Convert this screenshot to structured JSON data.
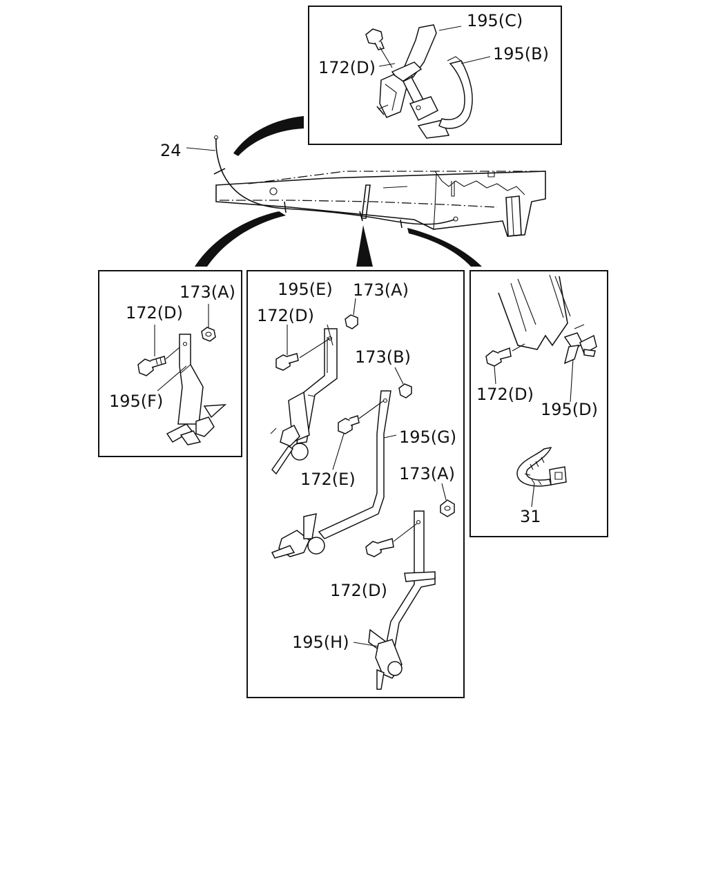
{
  "labels": {
    "main_cable": "24",
    "top_bolt": "172(D)",
    "top_bracket_c": "195(C)",
    "top_bracket_b": "195(B)",
    "left_nut": "173(A)",
    "left_bolt": "172(D)",
    "left_bracket": "195(F)",
    "mid_bracket_e": "195(E)",
    "mid_nut_a1": "173(A)",
    "mid_bolt_d1": "172(D)",
    "mid_nut_b": "173(B)",
    "mid_bracket_g": "195(G)",
    "mid_bolt_e": "172(E)",
    "mid_nut_a2": "173(A)",
    "mid_bolt_d2": "172(D)",
    "mid_bracket_h": "195(H)",
    "right_bolt": "172(D)",
    "right_bracket_d": "195(D)",
    "right_clamp": "31"
  }
}
